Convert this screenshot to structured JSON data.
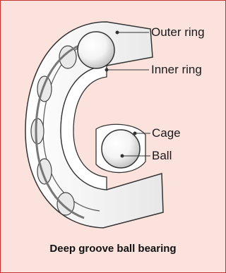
{
  "diagram": {
    "title": "Deep groove ball bearing",
    "labels": {
      "outer_ring": "Outer ring",
      "inner_ring": "Inner ring",
      "cage": "Cage",
      "ball": "Ball"
    }
  }
}
